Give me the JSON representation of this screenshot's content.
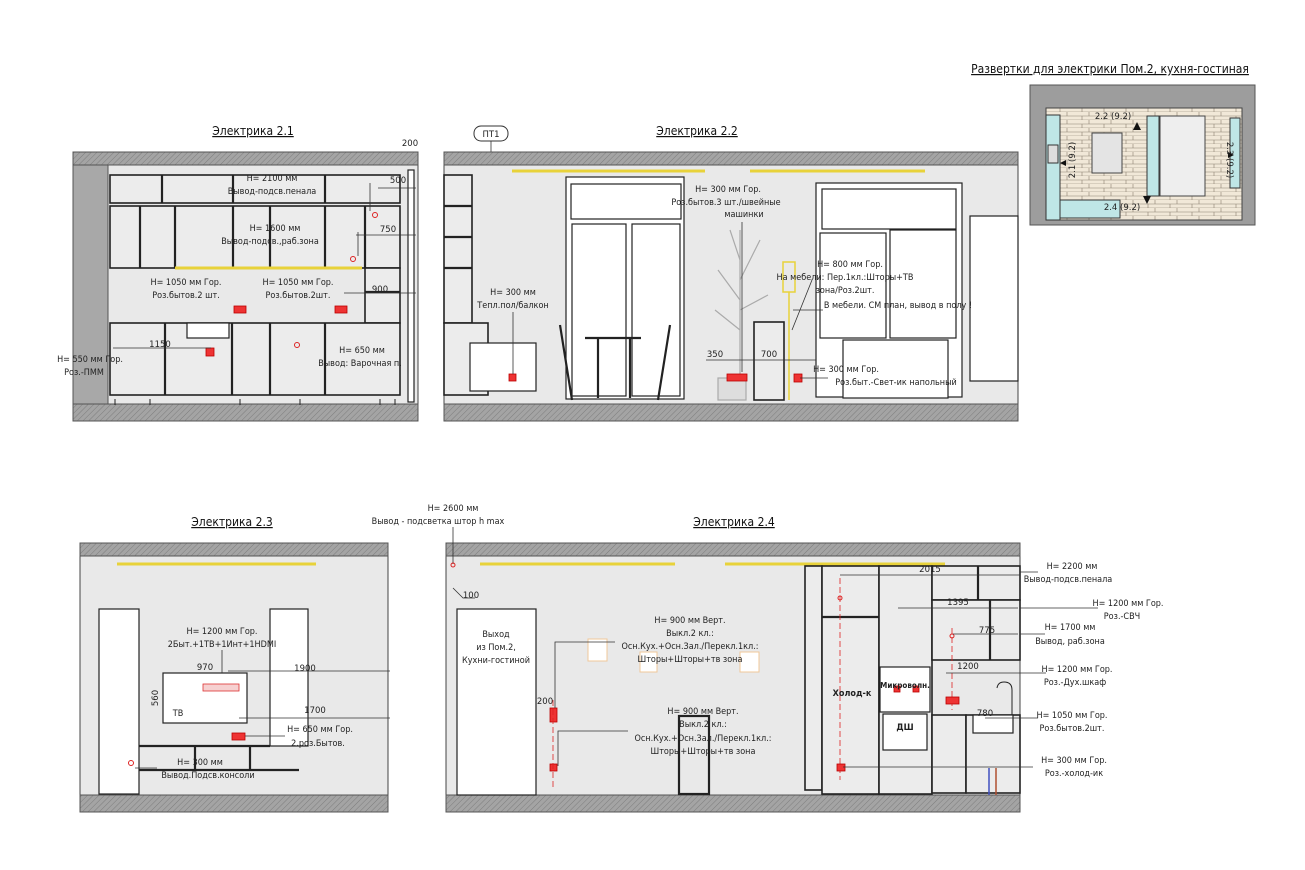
{
  "sheet_title": "Развертки для электрики  Пом.2, кухня-гостиная",
  "plan": {
    "labels": [
      "2.2 (9.2)",
      "2.1 (9.2)",
      "2.3 (9.2)",
      "2.4 (9.2)"
    ]
  },
  "e21": {
    "title": "Электрика 2.1",
    "dims": [
      "200",
      "500",
      "750",
      "900",
      "1150"
    ],
    "notes": [
      [
        "H= 2100 мм",
        "Вывод-подсв.пенала"
      ],
      [
        "H= 1600 мм",
        "Вывод-подсв.,раб.зона"
      ],
      [
        "H= 1050 мм Гор.",
        "Роз.бытов.2 шт."
      ],
      [
        "H= 1050 мм Гор.",
        "Роз.бытов.2шт."
      ],
      [
        "H= 550 мм Гор.",
        "Роз.-ПММ"
      ],
      [
        "H= 650 мм",
        "Вывод: Варочная п."
      ]
    ]
  },
  "e22": {
    "title": "Электрика 2.2",
    "tag": "ПТ1",
    "dims": [
      "350",
      "700"
    ],
    "notes": [
      [
        "H= 300 мм Гор.",
        "Роз.бытов.3 шт./швейные",
        "машинки"
      ],
      [
        "H= 300 мм",
        "Тепл.пол/балкон"
      ],
      [
        "H= 800 мм Гор.",
        "На мебели: Пер.1кл.:Шторы+ТВ",
        "зона/Роз.2шт.",
        "В мебели. СМ план, вывод в полу !"
      ],
      [
        "H= 300 мм Гор.",
        "Роз.быт.-Свет-ик напольный"
      ]
    ]
  },
  "e23": {
    "title": "Электрика 2.3",
    "dims": [
      "970",
      "1900",
      "560",
      "1700"
    ],
    "tv": "ТВ",
    "notes": [
      [
        "H= 1200 мм Гор.",
        "2Быт.+1ТВ+1Инт+1HDMI"
      ],
      [
        "H= 650 мм Гор.",
        "2.роз.Бытов."
      ],
      [
        "H= 300 мм",
        "Вывод.Подсв.консоли"
      ]
    ]
  },
  "e24": {
    "title": "Электрика 2.4",
    "dims": [
      "100",
      "200",
      "2015",
      "1395",
      "775",
      "1200",
      "780"
    ],
    "door": [
      "Выход",
      "из Пом.2,",
      "Кухни-гостиной"
    ],
    "appliances": [
      "Холод-к",
      "Микроволн.",
      "ДШ"
    ],
    "top_note": [
      "H= 2600 мм",
      "Вывод - подсветка штор h max"
    ],
    "switch_notes": [
      [
        "H= 900 мм Верт.",
        "Выкл.2 кл.:",
        "Осн.Кух.+Осн.Зал./Перекл.1кл.:",
        "Шторы+Шторы+тв зона"
      ],
      [
        "H= 900 мм Верт.",
        "Выкл.2 кл.:",
        "Осн.Кух.+Осн.Зал./Перекл.1кл.:",
        "Шторы+Шторы+тв зона"
      ]
    ],
    "right_notes": [
      [
        "H= 2200 мм",
        "Вывод-подсв.пенала"
      ],
      [
        "H= 1200 мм Гор.",
        "Роз.-СВЧ"
      ],
      [
        "H= 1700 мм",
        "Вывод, раб.зона"
      ],
      [
        "H= 1200 мм Гор.",
        "Роз.-Дух.шкаф"
      ],
      [
        "H= 1050 мм Гор.",
        "Роз.бытов.2шт."
      ],
      [
        "H= 300 мм Гор.",
        "Роз.-холод-ик"
      ]
    ]
  },
  "colors": {
    "led": "#e8d23a",
    "socket": "#e33333",
    "wall": "#9a9a9a"
  }
}
